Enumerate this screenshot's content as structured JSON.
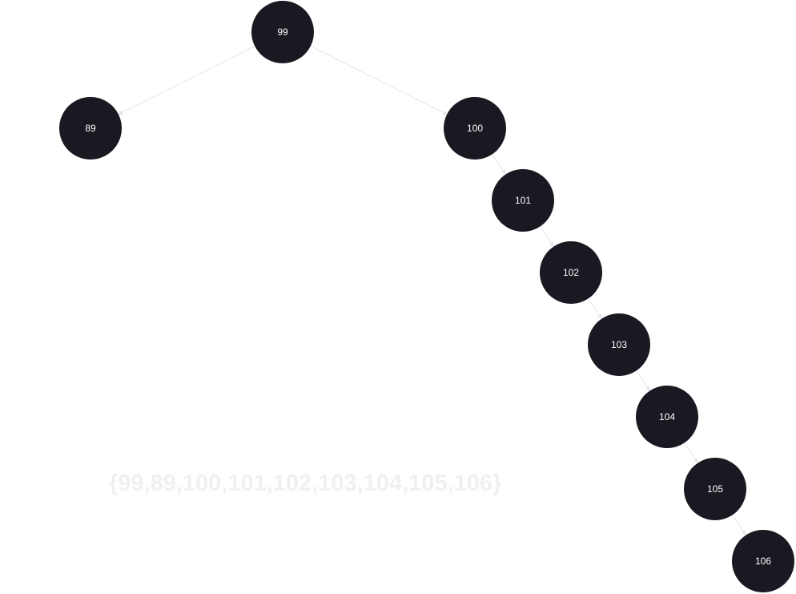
{
  "tree": {
    "nodes": [
      {
        "id": "99",
        "label": "99"
      },
      {
        "id": "89",
        "label": "89"
      },
      {
        "id": "100",
        "label": "100"
      },
      {
        "id": "101",
        "label": "101"
      },
      {
        "id": "102",
        "label": "102"
      },
      {
        "id": "103",
        "label": "103"
      },
      {
        "id": "104",
        "label": "104"
      },
      {
        "id": "105",
        "label": "105"
      },
      {
        "id": "106",
        "label": "106"
      }
    ],
    "edges": [
      {
        "from": "99",
        "to": "89"
      },
      {
        "from": "99",
        "to": "100"
      },
      {
        "from": "100",
        "to": "101"
      },
      {
        "from": "101",
        "to": "102"
      },
      {
        "from": "102",
        "to": "103"
      },
      {
        "from": "103",
        "to": "104"
      },
      {
        "from": "104",
        "to": "105"
      },
      {
        "from": "105",
        "to": "106"
      }
    ]
  },
  "caption": "{99,89,100,101,102,103,104,105,106}",
  "colors": {
    "node_fill": "#1a1820",
    "node_text": "#ffffff",
    "edge": "#e6e6e6",
    "caption": "#f0f0f0"
  }
}
